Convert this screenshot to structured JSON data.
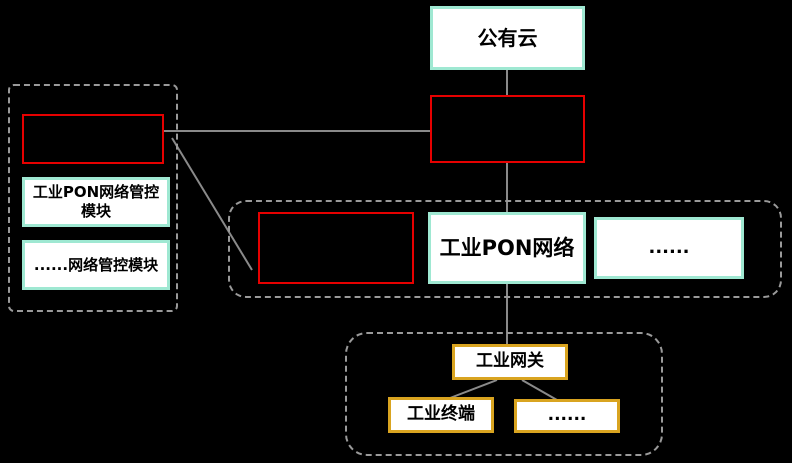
{
  "colors": {
    "bg": "#000000",
    "teal": "#9fe8d2",
    "red": "#e60000",
    "gold": "#d9a420",
    "dash": "#9a9a9a",
    "line": "#8a8a8a"
  },
  "nodes": {
    "public_cloud": "公有云",
    "cloud_redacted": "",
    "left_panel": {
      "redacted": "",
      "item1": "工业PON网络管控模块",
      "item2": "......网络管控模块"
    },
    "network_panel": {
      "redacted": "",
      "pon": "工业PON网络",
      "ellipsis": "......"
    },
    "edge_panel": {
      "gateway": "工业网关",
      "terminal": "工业终端",
      "ellipsis": "......"
    }
  }
}
